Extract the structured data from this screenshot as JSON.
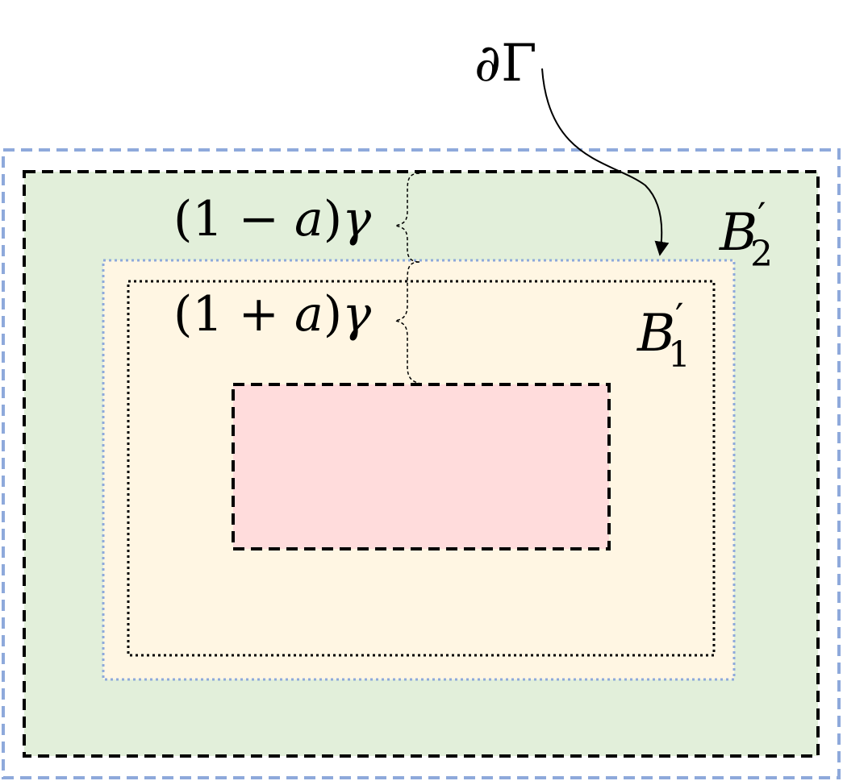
{
  "labels": {
    "boundary": "∂Γ",
    "outer_gap": {
      "open": "(1 − ",
      "var": "a",
      "close": ")",
      "greek": "γ"
    },
    "inner_gap": {
      "open": "(1 + ",
      "var": "a",
      "close": ")",
      "greek": "γ"
    },
    "b2": {
      "base": "B",
      "prime": "′",
      "sub": "2"
    },
    "b1": {
      "base": "B",
      "prime": "′",
      "sub": "1"
    }
  },
  "colors": {
    "outer_border": "#8EA9DB",
    "green_fill": "#E2EFDA",
    "yellow_fill": "#FFF6E3",
    "pink_fill": "#FFDCDC",
    "boundary_dotted": "#8EA9DB",
    "black": "#000000"
  }
}
